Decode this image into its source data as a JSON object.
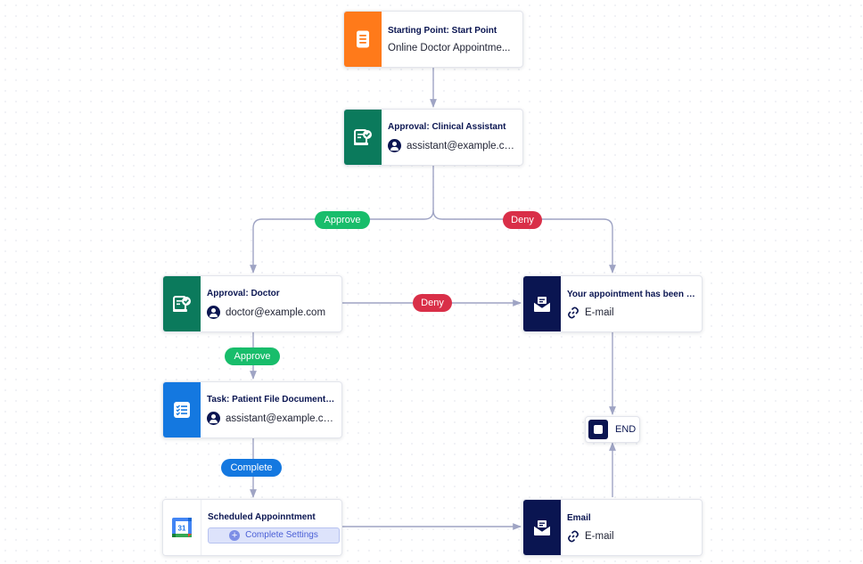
{
  "nodes": {
    "start": {
      "title": "Starting Point: Start Point",
      "subtitle": "Online Doctor Appointme..."
    },
    "clinical_assistant": {
      "title": "Approval: Clinical Assistant",
      "assignee": "assistant@example.com"
    },
    "doctor": {
      "title": "Approval: Doctor",
      "assignee": "doctor@example.com"
    },
    "denied_email": {
      "title": "Your appointment has been d...",
      "subtitle": "E-mail"
    },
    "task": {
      "title": "Task: Patient File Documenta...",
      "assignee": "assistant@example.com"
    },
    "end": {
      "label": "END"
    },
    "scheduled": {
      "title": "Scheduled Appoinntment",
      "button": "Complete Settings",
      "calendar_number": "31"
    },
    "email": {
      "title": "Email",
      "subtitle": "E-mail"
    }
  },
  "labels": {
    "approve_1": "Approve",
    "deny_1": "Deny",
    "deny_2": "Deny",
    "approve_2": "Approve",
    "complete": "Complete"
  },
  "colors": {
    "start": "#ff7a1a",
    "approval": "#0b7a5c",
    "task": "#1478e0",
    "email": "#0a1551",
    "approve": "#18bd6b",
    "deny": "#d92f48",
    "complete": "#1478e0",
    "connector": "#9fa4c4"
  },
  "icons": {
    "start": "form-document-icon",
    "approval": "approval-check-icon",
    "task": "checklist-icon",
    "email": "envelope-icon",
    "link": "link-icon",
    "user": "user-icon",
    "end": "stop-square-icon",
    "calendar": "google-calendar-icon"
  }
}
